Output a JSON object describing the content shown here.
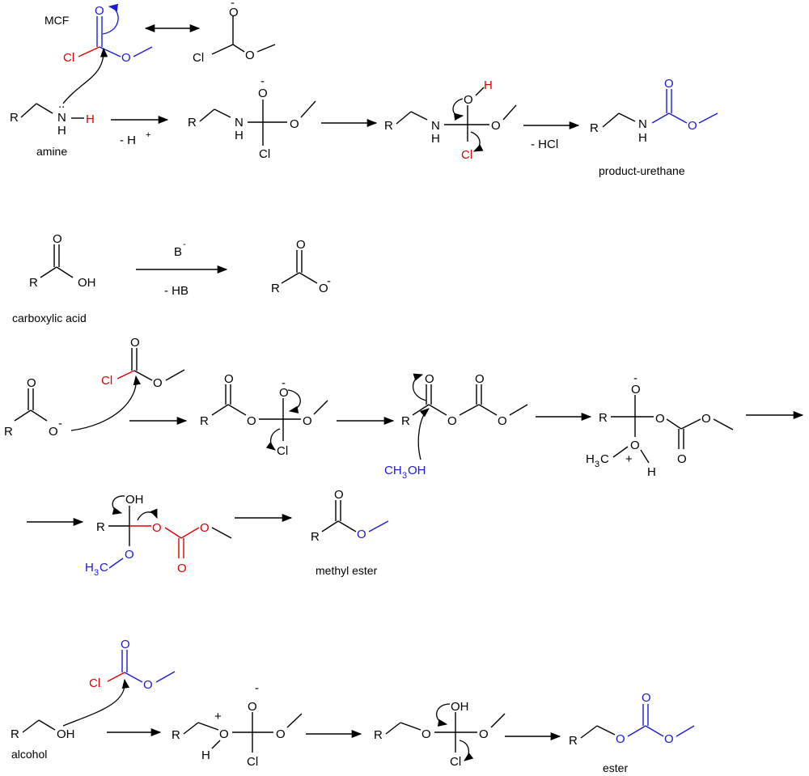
{
  "colors": {
    "black": "#000000",
    "blue": "#1a1ad6",
    "red": "#e00000"
  },
  "atoms": {
    "O": "O",
    "OH": "OH",
    "Cl": "Cl",
    "H": "H",
    "R": "R",
    "N": "N",
    "NH": "NH",
    "minus": "-",
    "plus": "+",
    "colon": "..",
    "C": "C",
    "ch3oh": "CH",
    "h3c": "H",
    "sub3": "3"
  },
  "labels": {
    "mcf": "MCF",
    "amine": "amine",
    "product_urethane": "product-urethane",
    "carboxylic_acid": "carboxylic acid",
    "methyl_ester": "methyl ester",
    "alcohol": "alcohol",
    "ester": "ester"
  },
  "conditions": {
    "minus_h": "- H",
    "minus_hcl": "- HCl",
    "base": "B",
    "minus_hb": "- HB"
  }
}
